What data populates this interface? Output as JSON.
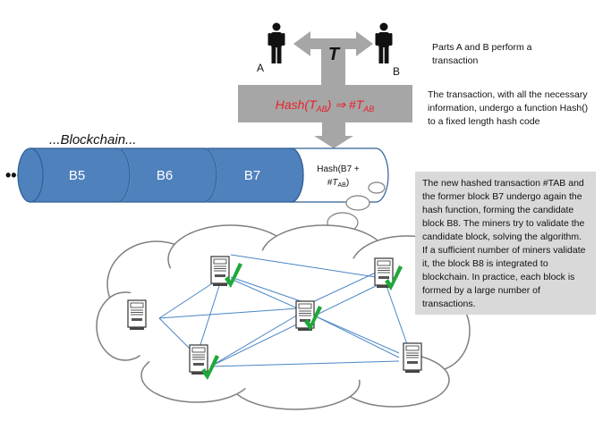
{
  "parties": {
    "a_label": "A",
    "b_label": "B",
    "transaction_symbol": "T"
  },
  "hash_box": {
    "prefix": "Hash(",
    "t": "T",
    "sub_ab": "AB",
    "mid": ") ⇒ #",
    "color": "#e8212a",
    "fill": "#a6a6a6"
  },
  "notes": {
    "parts": "Parts A and B perform a transaction",
    "transaction": "The transaction, with all the necessary information, undergo a function Hash() to a fixed length hash code"
  },
  "chain": {
    "title": "...Blockchain...",
    "ellipsis": "•••",
    "blocks": [
      "B5",
      "B6",
      "B7"
    ],
    "candidate_line1": "Hash(B7 +",
    "candidate_hash": "#",
    "candidate_t": "T",
    "candidate_sub": "AB",
    "candidate_close": ")",
    "block_color": "#4f81bd",
    "block_stroke": "#2f5f95"
  },
  "callout": {
    "text": "The new hashed transaction #TAB and the former block B7 undergo again the hash function, forming the candidate block B8. The miners try to validate the candidate block, solving the algorithm. If a sufficient number of miners validate it, the block B8 is integrated to blockchain. In practice, each block is formed by a large number of transactions."
  },
  "network": {
    "check_color": "#1fa83a",
    "line_color": "#4a86c5",
    "nodes": [
      {
        "id": "node-1",
        "icon": "server-icon",
        "validated": true
      },
      {
        "id": "node-2",
        "icon": "server-icon",
        "validated": true
      },
      {
        "id": "node-3",
        "icon": "server-icon",
        "validated": false
      },
      {
        "id": "node-4",
        "icon": "server-icon",
        "validated": true
      },
      {
        "id": "node-5",
        "icon": "server-icon",
        "validated": true
      },
      {
        "id": "node-6",
        "icon": "server-icon",
        "validated": false
      }
    ]
  }
}
